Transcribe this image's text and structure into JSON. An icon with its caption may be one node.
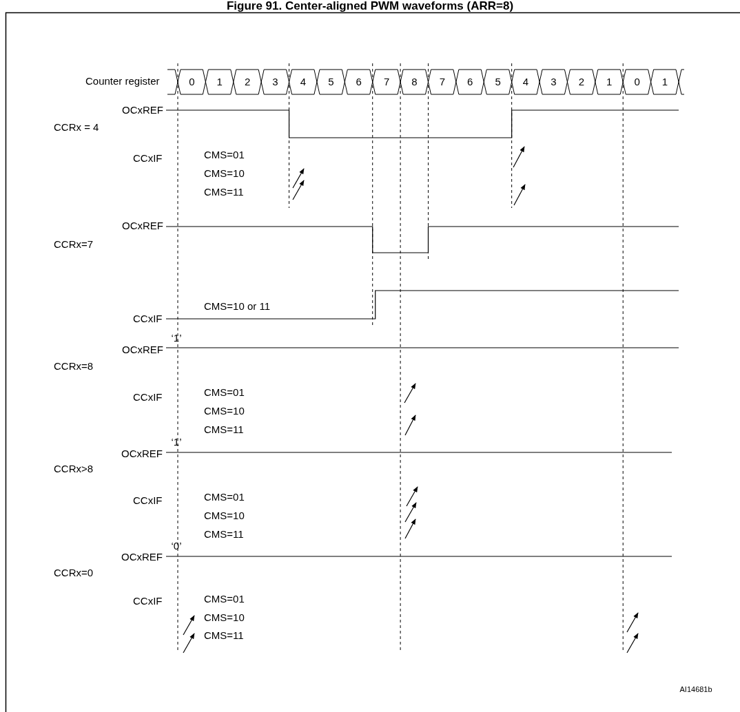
{
  "diagram": {
    "title": "Figure 91. Center-aligned PWM waveforms (ARR=8)",
    "labels": [
      "Counter register",
      "0",
      "1",
      "2",
      "3",
      "4",
      "5",
      "6",
      "7",
      "8",
      "7",
      "6",
      "5",
      "4",
      "3",
      "2",
      "1",
      "0",
      "1",
      "OCxREF",
      "CCRx = 4",
      "CCxIF",
      "CMS=01",
      "CMS=10",
      "CMS=11",
      "OCxREF",
      "CCRx=7",
      "CMS=10 or 11",
      "CCxIF",
      "‘1’",
      "OCxREF",
      "CCRx=8",
      "CCxIF",
      "CMS=01",
      "CMS=10",
      "CMS=11",
      "‘1’",
      "OCxREF",
      "CCRx>8",
      "CCxIF",
      "CMS=01",
      "CMS=10",
      "CMS=11",
      "‘0’",
      "OCxREF",
      "CCRx=0",
      "CCxIF",
      "CMS=01",
      "CMS=10",
      "CMS=11",
      "AI14681b"
    ]
  }
}
